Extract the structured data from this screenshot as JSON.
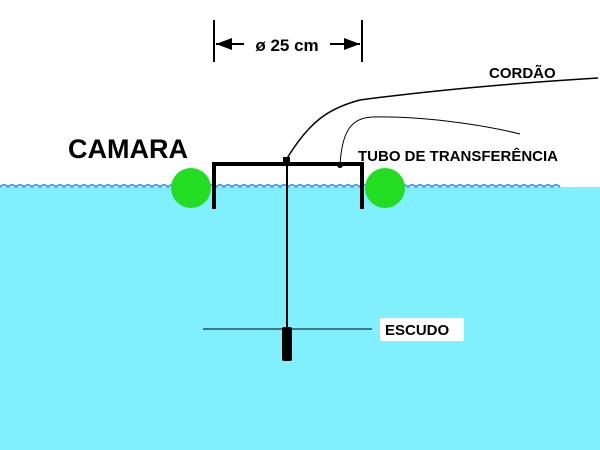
{
  "labels": {
    "diameter": "ø 25 cm",
    "cord": "CORDÃO",
    "camera": "CAMARA",
    "transfer_tube": "TUBO DE TRANSFERÊNCIA",
    "shield": "ESCUDO"
  },
  "colors": {
    "water": "#80f0ff",
    "water_surface": "#3aa0ff",
    "float": "#22dd22",
    "frame": "#000000",
    "background": "#ffffff"
  }
}
